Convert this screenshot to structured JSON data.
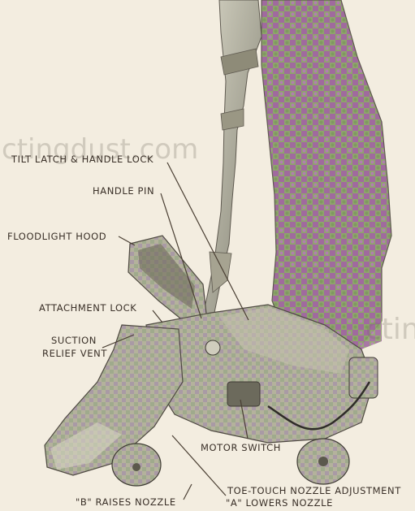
{
  "labels": {
    "tilt_latch": "TILT LATCH & HANDLE LOCK",
    "handle_pin": "HANDLE PIN",
    "floodlight_hood": "FLOODLIGHT HOOD",
    "attachment_lock": "ATTACHMENT LOCK",
    "suction_relief_1": "SUCTION",
    "suction_relief_2": "RELIEF VENT",
    "motor_switch": "MOTOR SWITCH",
    "toe_touch": "TOE-TOUCH NOZZLE ADJUSTMENT",
    "a_lowers": "\"A\" LOWERS NOZZLE",
    "b_raises": "\"B\" RAISES NOZZLE"
  },
  "watermark": {
    "main": "ctingdust.com",
    "side": "ctinc"
  },
  "colors": {
    "paper": "#f3ede0",
    "bag_purple": "#9a6a9c",
    "bag_green": "#7fa06a",
    "metal": "#b9b6a3",
    "label_ink": "#3a3028"
  }
}
